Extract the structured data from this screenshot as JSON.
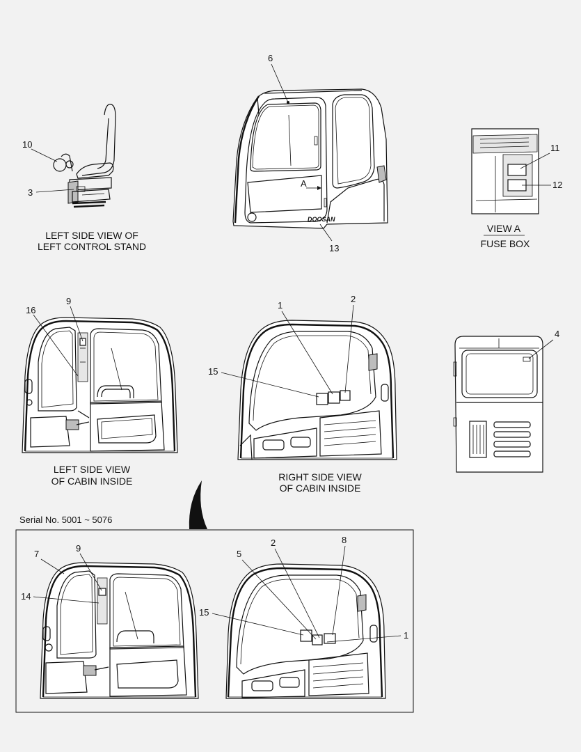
{
  "captions": {
    "left_stand_1": "LEFT SIDE VIEW OF",
    "left_stand_2": "LEFT CONTROL STAND",
    "view_a": "VIEW   A",
    "fuse_box": "FUSE BOX",
    "left_cabin_1": "LEFT SIDE VIEW",
    "left_cabin_2": "OF CABIN INSIDE",
    "right_cabin_1": "RIGHT SIDE VIEW",
    "right_cabin_2": "OF CABIN INSIDE",
    "view_arrow": "A",
    "brand": "DOOSAN",
    "serial": "Serial No. 5001 ~ 5076"
  },
  "callouts": {
    "c10": "10",
    "c3": "3",
    "c6": "6",
    "c13": "13",
    "c11": "11",
    "c12": "12",
    "c16": "16",
    "c9": "9",
    "c1": "1",
    "c2": "2",
    "c15": "15",
    "c4": "4",
    "b7": "7",
    "b9": "9",
    "b14": "14",
    "b5": "5",
    "b2": "2",
    "b8": "8",
    "b15": "15",
    "b1": "1"
  }
}
